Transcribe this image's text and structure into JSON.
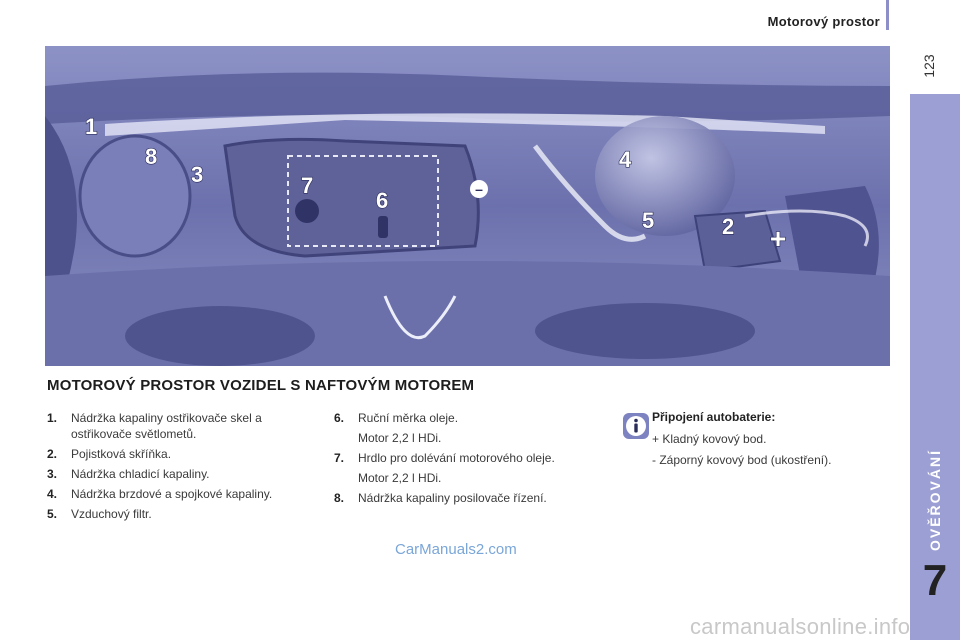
{
  "header": {
    "title": "Motorový prostor",
    "page_number": "123"
  },
  "side_tab": {
    "label": "OVĚŘOVÁNÍ",
    "number": "7"
  },
  "figure": {
    "callouts": [
      "1",
      "8",
      "3",
      "7",
      "6",
      "4",
      "5",
      "2"
    ],
    "terminal_negative": "–",
    "terminal_positive": "+"
  },
  "section_title": "MOTOROVÝ PROSTOR VOZIDEL S NAFTOVÝM MOTOREM",
  "list_left": [
    {
      "num": "1.",
      "text": "Nádržka kapaliny ostřikovače skel a ostřikovače světlometů."
    },
    {
      "num": "2.",
      "text": "Pojistková skříňka."
    },
    {
      "num": "3.",
      "text": "Nádržka chladicí kapaliny."
    },
    {
      "num": "4.",
      "text": "Nádržka brzdové a spojkové kapaliny."
    },
    {
      "num": "5.",
      "text": "Vzduchový filtr."
    }
  ],
  "list_right": {
    "item6": {
      "num": "6.",
      "text": "Ruční měrka oleje.",
      "sub": "Motor 2,2 l HDi."
    },
    "item7": {
      "num": "7.",
      "text": "Hrdlo pro dolévání motorového oleje.",
      "sub": "Motor 2,2 l HDi."
    },
    "item8": {
      "num": "8.",
      "text": "Nádržka kapaliny posilovače řízení."
    }
  },
  "info": {
    "heading": "Připojení autobaterie:",
    "line1": "+ Kladný kovový bod.",
    "line2": "- Záporný kovový bod (ukostření)."
  },
  "watermark": "CarManuals2.com",
  "footer_watermark": "carmanualsonline.info"
}
